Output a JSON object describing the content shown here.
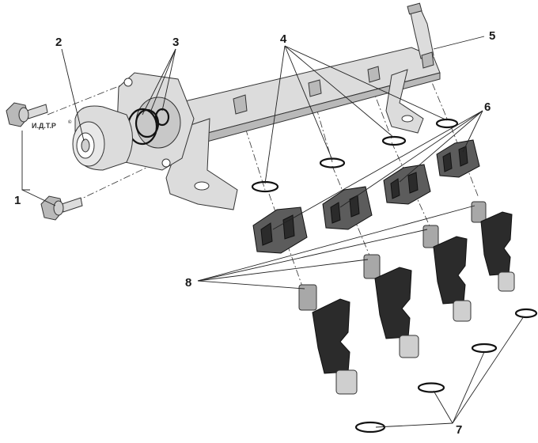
{
  "diagram": {
    "watermark": "И.Д.Т.Р",
    "watermark_mark": "©",
    "callouts": {
      "c1": "1",
      "c2": "2",
      "c3": "3",
      "c4": "4",
      "c5": "5",
      "c6": "6",
      "c7": "7",
      "c8": "8"
    }
  }
}
